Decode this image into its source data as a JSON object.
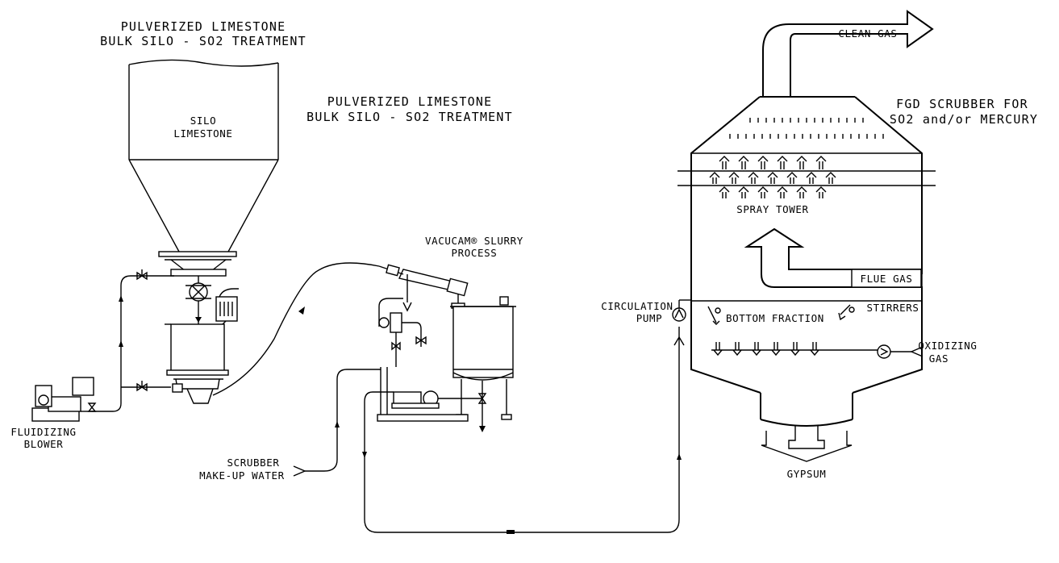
{
  "diagram": {
    "title_top": {
      "line1": "PULVERIZED LIMESTONE",
      "line2": "BULK SILO - SO2 TREATMENT"
    },
    "title_mid": {
      "line1": "PULVERIZED LIMESTONE",
      "line2": "BULK SILO - SO2 TREATMENT"
    },
    "title_right": {
      "line1": "FGD SCRUBBER FOR",
      "line2": "SO2 and/or MERCURY"
    },
    "silo_label": {
      "line1": "SILO",
      "line2": "LIMESTONE"
    },
    "vacucam_label": {
      "line1": "VACUCAM® SLURRY",
      "line2": "PROCESS"
    },
    "fluidizing_blower": {
      "line1": "FLUIDIZING",
      "line2": "BLOWER"
    },
    "scrubber_water": {
      "line1": "SCRUBBER",
      "line2": "MAKE-UP WATER"
    },
    "clean_gas": "CLEAN GAS",
    "spray_tower": "SPRAY TOWER",
    "flue_gas": "FLUE GAS",
    "circulation_pump": {
      "line1": "CIRCULATION",
      "line2": "PUMP"
    },
    "bottom_fraction": "BOTTOM FRACTION",
    "stirrers": "STIRRERS",
    "oxidizing_gas": {
      "line1": "OXIDIZING",
      "line2": "GAS"
    },
    "gypsum": "GYPSUM"
  }
}
